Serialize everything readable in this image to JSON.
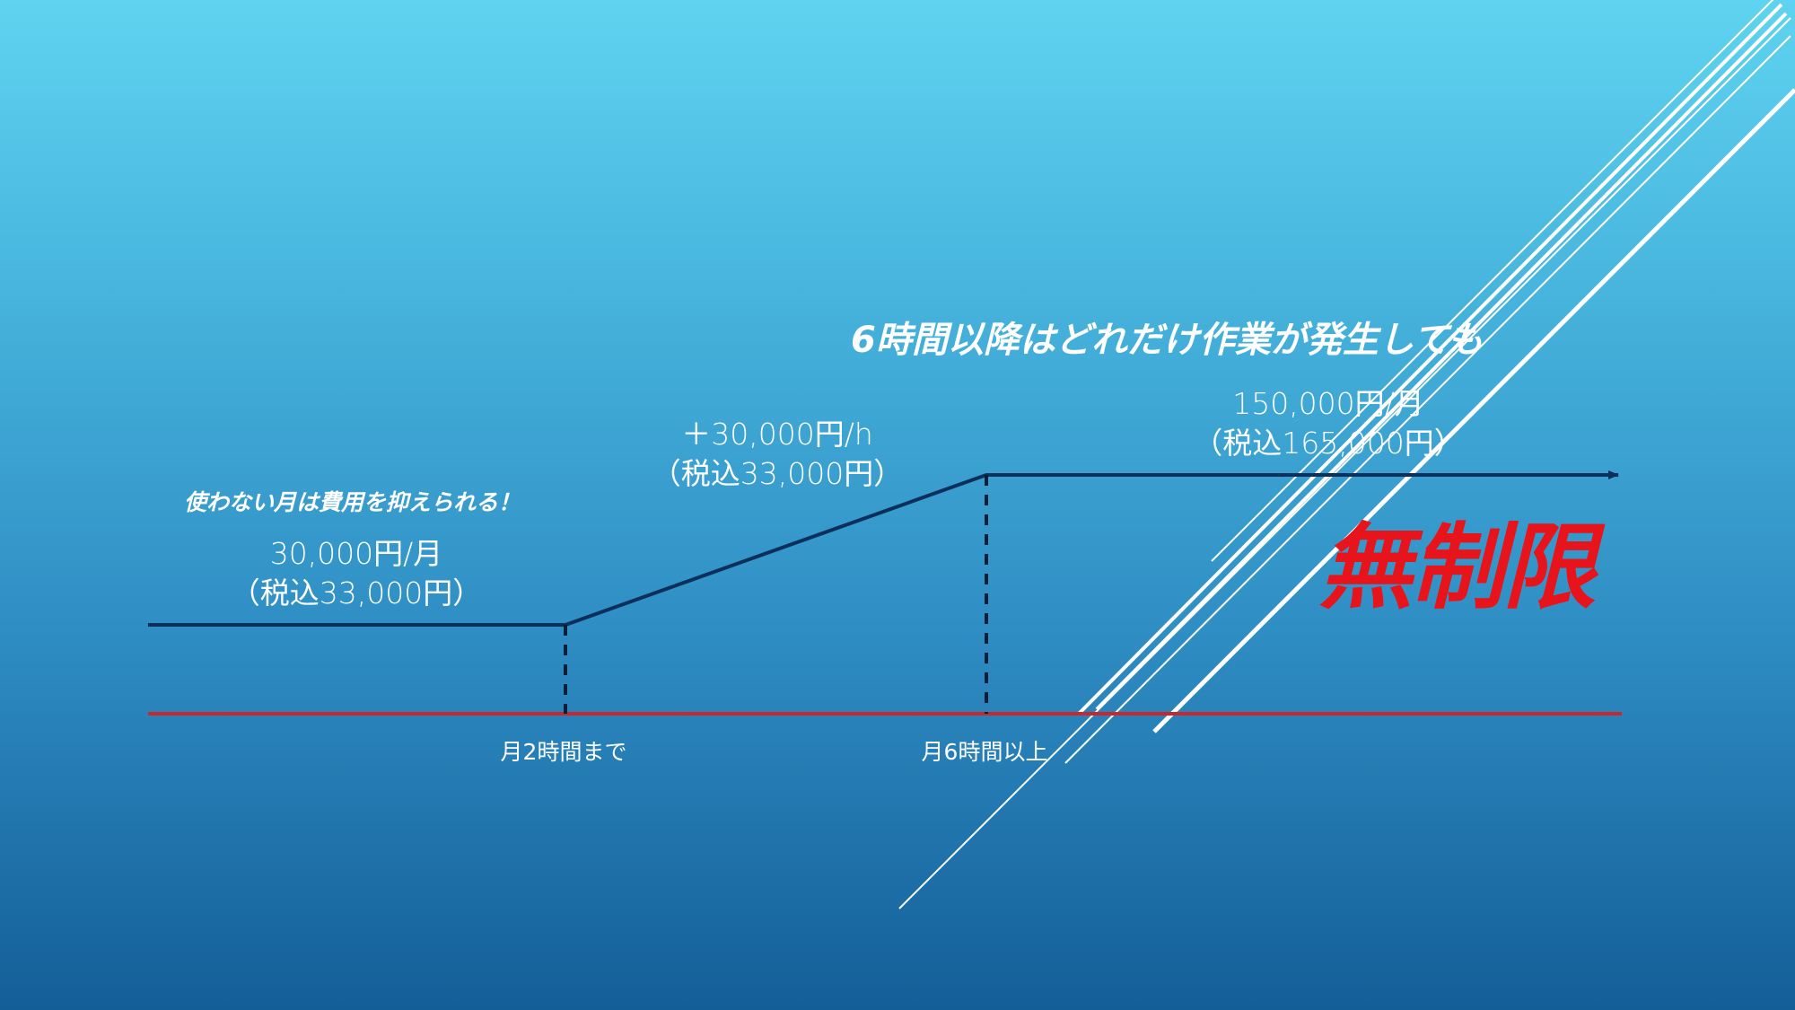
{
  "headline": "6時間以降はどれだけ作業が発生しても",
  "note_low_usage": "使わない月は費用を抑えられる！",
  "tiers": [
    {
      "price": "30,000円/月",
      "tax_included": "（税込33,000円）"
    },
    {
      "price": "＋30,000円/h",
      "tax_included": "（税込33,000円）"
    },
    {
      "price": "150,000円/月",
      "tax_included": "（税込165,000円）"
    }
  ],
  "axis_labels": [
    "月2時間まで",
    "月6時間以上"
  ],
  "unlimited_label": "無制限",
  "colors": {
    "pricing_line": "#0d2f5c",
    "baseline": "#c8282d",
    "unlimited": "#e8141c",
    "text": "#ffffff",
    "decor_lines": "#ffffff"
  }
}
